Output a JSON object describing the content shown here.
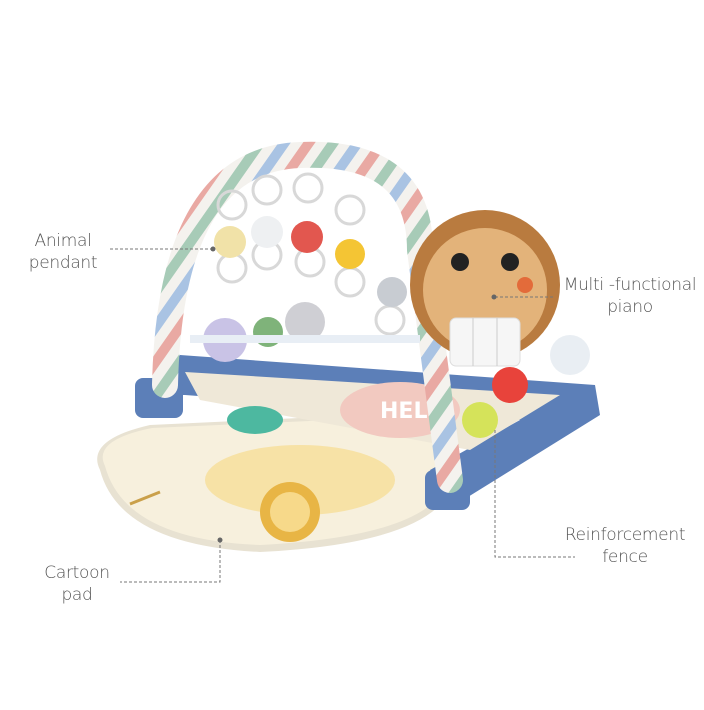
{
  "callouts": {
    "animal_pendant": {
      "line1": "Animal",
      "line2": "pendant"
    },
    "piano": {
      "line1": "Multi -functional",
      "line2": "piano"
    },
    "fence": {
      "line1": "Reinforcement",
      "line2": "fence"
    },
    "pad": {
      "line1": "Cartoon",
      "line2": "pad"
    }
  },
  "toy": {
    "piano_sign": "HEL"
  },
  "colors": {
    "mat": "#f6efdc",
    "fence_blue": "#5c7fb8",
    "lion_brown": "#d9a066",
    "text": "#555555"
  }
}
